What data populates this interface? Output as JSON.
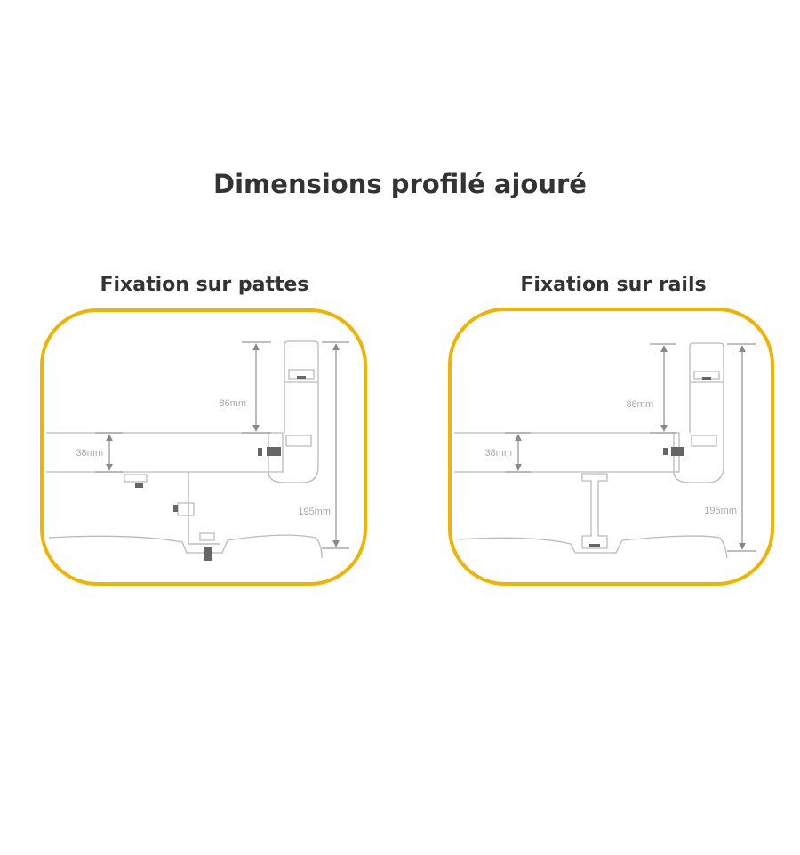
{
  "title": "Dimensions profilé ajouré",
  "panels": [
    {
      "title": "Fixation sur pattes",
      "dim_top": "86mm",
      "dim_profile": "38mm",
      "dim_total": "195mm"
    },
    {
      "title": "Fixation sur rails",
      "dim_top": "86mm",
      "dim_profile": "38mm",
      "dim_total": "195mm"
    }
  ],
  "colors": {
    "frame": "#f0b400",
    "text": "#333333",
    "line": "#bbbbbb"
  }
}
